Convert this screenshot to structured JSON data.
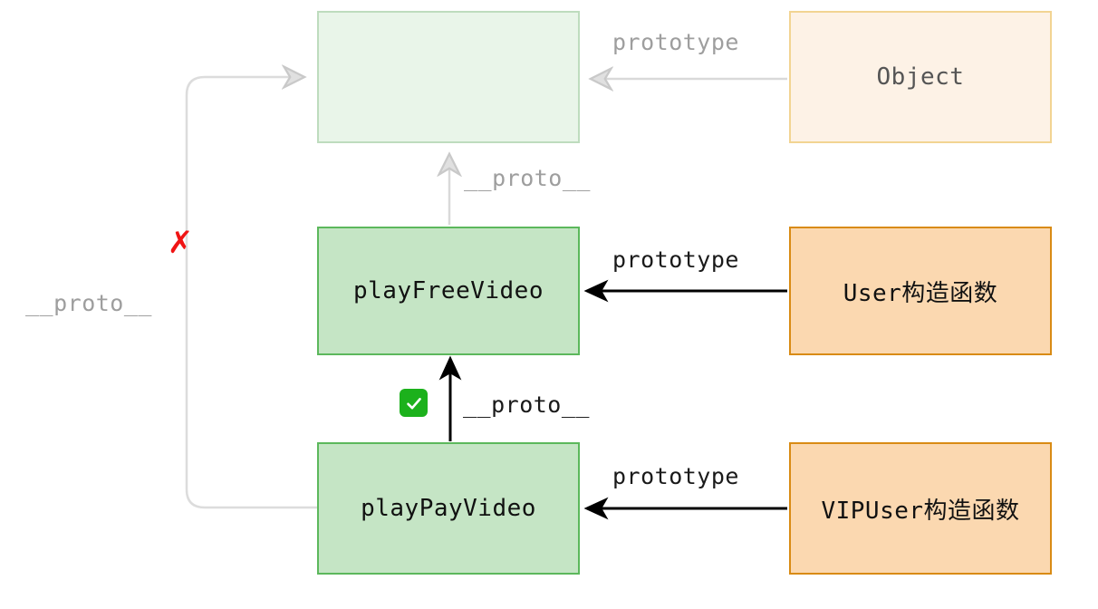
{
  "diagram": {
    "type": "prototype-chain",
    "title": "JavaScript prototype chain diagram",
    "colors": {
      "gray_edge": "#d4d4d4",
      "black_edge": "#000000",
      "green_fill": "#c5e5c5",
      "green_border": "#5cb85c",
      "green_pale_fill": "#e9f5e9",
      "green_pale_border": "#bedcbe",
      "orange_fill": "#fbd8b0",
      "orange_border": "#d98b14",
      "cream_fill": "#fdf2e6",
      "cream_border": "#f2d492",
      "red_marker": "#f01414",
      "check_marker": "#1cb11c",
      "gray_text": "#9e9e9e",
      "dark_text": "#1a1a1a"
    },
    "nodes": {
      "proto_empty": "",
      "play_free_video": "playFreeVideo",
      "play_pay_video": "playPayVideo",
      "object": "Object",
      "user_constructor": "User构造函数",
      "vipuser_constructor": "VIPUser构造函数"
    },
    "edges": {
      "object_prototype": "prototype",
      "free_proto_up": "__proto__",
      "user_prototype": "prototype",
      "pay_proto_free": "__proto__",
      "vipuser_prototype": "prototype",
      "pay_proto_top": "__proto__"
    },
    "markers": {
      "invalid": "✗",
      "valid": "✓"
    }
  }
}
